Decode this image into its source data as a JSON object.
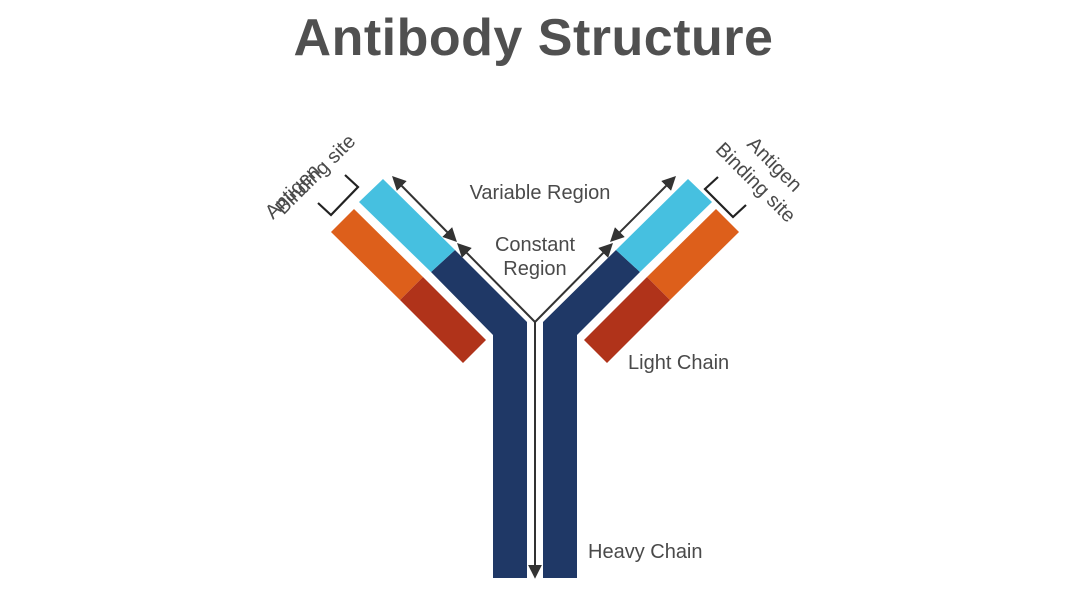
{
  "title": "Antibody Structure",
  "labels": {
    "antigen_line1": "Antigen",
    "antigen_line2": "Binding site",
    "variable_region": "Variable Region",
    "constant_line1": "Constant",
    "constant_line2": "Region",
    "light_chain": "Light Chain",
    "heavy_chain": "Heavy Chain"
  },
  "colors": {
    "heavy_chain": "#1f3866",
    "light_variable": "#46c0e0",
    "light_orange": "#dd5f1b",
    "light_red": "#b0331a",
    "text": "#4a4a4a",
    "title": "#505050"
  }
}
